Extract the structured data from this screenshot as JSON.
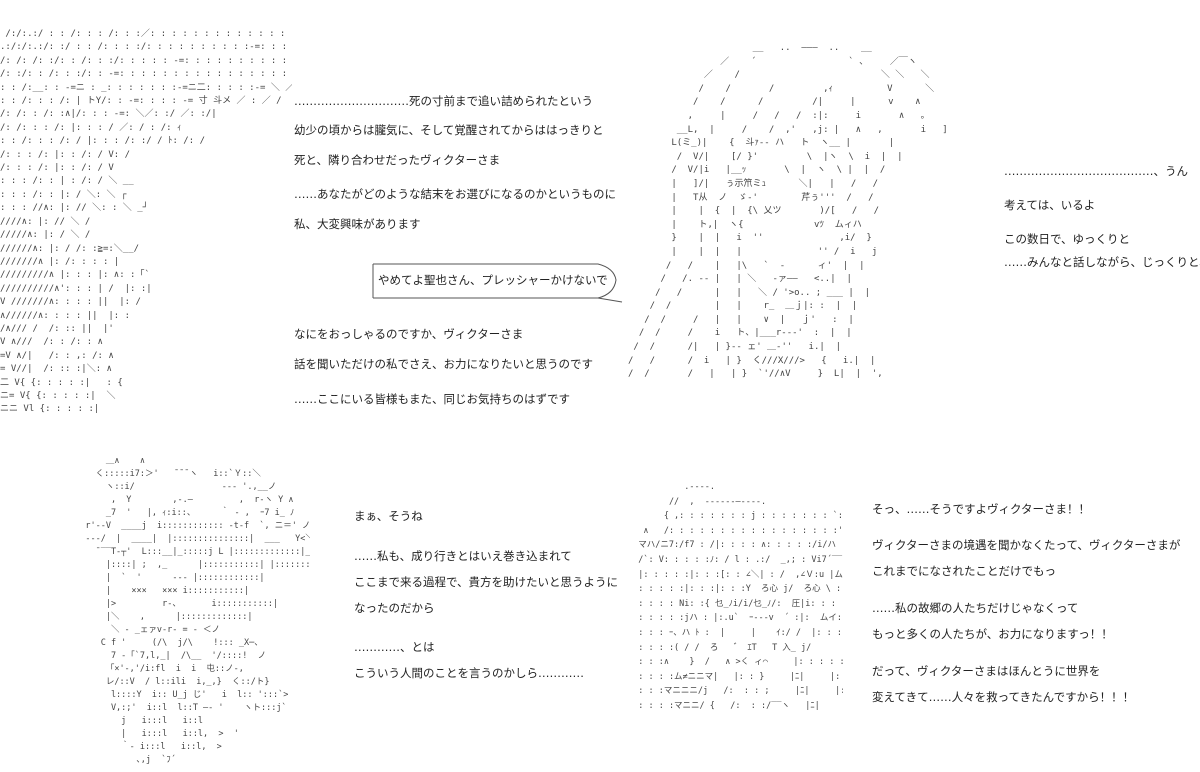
{
  "panel1": {
    "art": " /:/:.:/ : : /: : : /: : :／: : : : : : : : : : : : : -=: : : : : : : : : : : : : : : : : ∧\n.:/:/:.:/: :/ : : /: : : :/: : : : : : : : : :-=: : : : : : : : : : : : : : : : : : : : :',\n/: /: /: :/: : /: : :/: : : : : -=: : : : : : : : : : : : : : : : : : : : : : : : :{\n/: :/: : /: : :/: : -=: : : : : : : : : : : : : : : : : : : : : : : : : : :-=ァ: : : : ∧[\n: : /:__: : -=ニ : _: : : : : : :-=ニ二: : : : :-= ＼ ／: /: /|\n: : /: : : /: | トY/: : -=: : : : -= 寸 斗メ ／ : ／ /  :[\n/: /: : /: :∧|/: : : -=: ＼／: :/ ／: :/|\n/: /: : : /: |: : : / ／: / : /: ｨ\n: : /: : : /: / |: : : /: :/ / ﾄ: /: /\n/: : : /: |: : /: / V: /\n/: : : /: |: : /: / V\n: : : /: : | : /: / ＼ __\n: : : /: : |: / ＼: ＼ ┌\n: : : //∧: |: // ＼: : ＼ _┘\n////∧: |: // ＼ /\n/////∧: |: / ＼ /\n//////∧: |: / /: :≧=:＼__/\n///////∧ |: /: : : : |\n/////////∧ |: : : |: ∧: :「`\n//////////∧': : : | /  |: :|\nV ///////∧: : : : ||  |: /\n∧//////∧: : : : ||  |: :\n/∧/// /  /: :: ||  |'\nV ∧///  /: : /: : ∧\n=V ∧/|   /: : ,: /: ∧\n= V//|  /: :: :|＼: ∧\n二 V{ {: : : : :|   : {\nニ= V{ {: : : : :|  ＼\nニニ Vl {: : : : :|",
    "lines": [
      "…………………………死の寸前まで追い詰められたという",
      "幼少の頃からは朧気に、そして覚醒されてからははっきりと",
      "死と、隣り合わせだったヴィクターさま",
      "……あなたがどのような結末をお選びになるのかというものに",
      "私、大変興味があります"
    ],
    "bubble": "やめてよ聖也さん、プレッシャーかけないで",
    "lines_after": [
      "なにをおっしゃるのですか、ヴィクターさま",
      "話を聞いただけの私でさえ、お力になりたいと思うのです",
      "……ここにいる皆様もまた、同じお気持ちのはずです"
    ]
  },
  "panel2": {
    "art": "                       __   ..  ―――  ..    __\n                 ／    ´                 ` 、    ／￣ヽ\n              ／    /                          ＼ ＼   ＼\n             /    /       /         ,ｨ          V      ＼\n            /    /      /         /|     |      v    ∧\n           ,     |     /   /   /  :|:     i       ∧   。\n         __L,  |     /    /  ,'   ,j: |   ∧   ,       i   ]\n        L(ミ_)|    {  斗ｧ-- ハ   ト  ヽ__ |       |\n         /  V/|    [/ }'         \\  |ヽ  \\  i  |  |\n        /  V/|i   |__ｯ       \\  |  ヽ  \\ |  |  /\n        |   ]/|   ぅ示笊ミｭ      ＼|   |   /   /\n        |   T从  ノ  ゞ-'        芹ぅ'''  /   /\n        |    |  {  |  {\\ 乂ツ       )/[   /   /\n        |    ト,|  ヽ{             vﾂ  ムィハ\n        }    |  |   i  ''              ,i/  }\n        |    |  |   |              '' /  i   j\n       /   /    |   |\\   `  ‐      ィ'  |  |\n      /   /. -‐ |   | ＼   -ァ――   <..|  |\n     /   /      |   |   ＼ / '>o.. ; ___ |  |\n    /  /        |   |    r_  ＿ｊ|: :  |  |\n   /  /     /   |   |    ∨  |   ｊ'   :  |\n  /  /     /    i   ト、|___r-‐-'  :  |  |\n /  /      /|   | }-- ェ' ＿‐''   i.|  |\n/   /      /  i   | }  く///X///>   {   i.|  |\n/  /       /   |   | }  `'//∧V     }  L|  |  ',",
    "lines": [
      "…………………………………、うん",
      "考えては、いるよ",
      "この数日で、ゆっくりと",
      "……みんなと話しながら、じっくりと、ね"
    ]
  },
  "panel3": {
    "art": "       ＿∧    ∧\n     く:::::i7:＞'   ̄ ̄ ̄ ヽ   i::`Ｙ::＼\n       ヽ::i/                 ‐‐‐ '.,__ノ\n        ,  Y        ,-.―         ,  r‐ヽ Y ∧\n       _7  '   |, ｨ:i::、     ｀ ‐ ,  ｰ7 i_ ﾉ\n   r'‐‐V  ____j  i:::::::::::: ‐t‐f  `, ニ＝' ノ\n   ‐‐‐/  |  ____|  |:::::::::::::::|  ___   Y<＼_\n     ¯‾‾T‐┬'  L:::__|_:::::j L |:::::::::::::|____\n       |::::| ;  ,_      |:::::::::::| |::::::::::::::|\n       |  `  '      ‐‐‐ |::::::::::::|\n       |    ×××   ××× i:::::::::::|\n       |>         r‐、      i:::::::::::|\n       |＼    ,      |:::::::::::::|\n        ＼ ‐ _ェァv‐r‐ = ‐ ＜ノ\n      C f '     (/\\  j/\\    !::: _Χ─、\n        7 ‐「`7,l,_|  /\\__  '/::::!  ノ\n       「×'‐,'/i:fl  i  i  屯::ノ‐,\n       レ/::V  / l::ili  i,_,}  く::/ト}\n        l::::Y  i:: U_j じ'   i  l:: ':::`>\n        V,:;'  i::l  l::T ―‐ '    ヽト:::j`\n          j   i:::l   i::l\n          |   i:::l   i::l,  >  '\n          ｀‐ i:::l   i::l,  >\n             ､,j  `ﾌ´",
    "lines": [
      "まぁ、そうね",
      "……私も、成り行きとはいえ巻き込まれて",
      "ここまで来る過程で、貴方を助けたいと思うように",
      "なったのだから",
      "…………、とは",
      "こういう人間のことを言うのかしら…………"
    ]
  },
  "panel4": {
    "art": "           .-‐‐-.\n        //  ,  ‐-‐‐‐‐―‐‐‐-.\n       { ,: : : : : : : j : : : : : : : `:.\n   ∧   /: : : : : : : : : : : : : : : : :'\n  マハ/ニ7:/f7 : /|: : : : ∧: : : : :/i/ハ\n  /`: V: : : : :ﾉ: / l : .:/  _,; : Vi7´‾‾ヽ\n  |: : : : :|: : :[: : ∠＼| : /  ,∠Ｖ:u |ム: : : :\n  : : : : :|: : :|: : :Y  ろ心 j/  ろ心 \\ : !: |i: : : : :\n  : : : : Ni: :{ 乜_ﾉi/i/乜_ﾉ/:  圧|i: : : : :\n  : : : : :jハ : |:.u`  ｰ‐‐‐v  ´ :|:  ムイ: : : : :\n  : : : ｰ、ハ ﾄ :  |     |    ｲ:/ /  |: : : : :\n  : : : :( / /  ろ   ゛ ｴT   T 入_ j/      |: : : : :\n  : : :∧    }  /   ∧ >く ィ⌒     |: : : : :\n  : : : :ム≠ニニマ|   |: : }     |ﾆ|     |: : : : :\n  : : :マニニニ/j   /:  : : ;     |ﾆ|     |: : : : :\n  : : : :マニニ/ {   /:  : :/‾‾ヽ   |ﾆ|     |: : : : :",
    "lines": [
      "そっ、……そうですよヴィクターさま！！",
      "ヴィクターさまの境遇を聞かなくたって、ヴィクターさまが",
      "これまでになされたことだけでもっ",
      "……私の故郷の人たちだけじゃなくって",
      "もっと多くの人たちが、お力になりますっ！！",
      "だって、ヴィクターさまはほんとうに世界を",
      "変えてきて……人々を救ってきたんですから！！！"
    ]
  }
}
